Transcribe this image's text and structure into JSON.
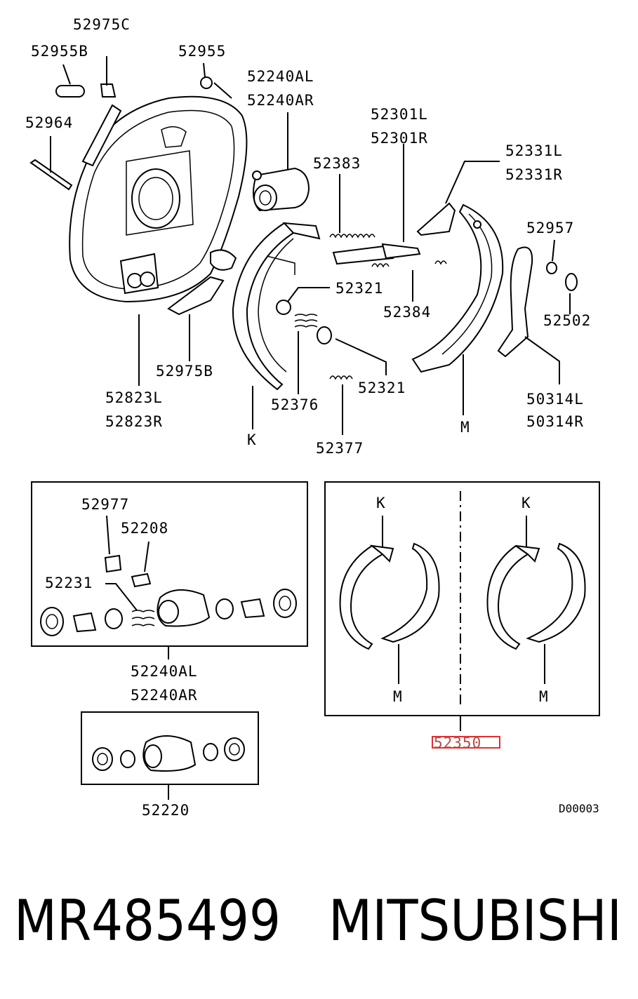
{
  "labels": {
    "l52975c": "52975C",
    "l52955b": "52955B",
    "l52955": "52955",
    "l52240al_top": "52240AL",
    "l52240ar_top": "52240AR",
    "l52964": "52964",
    "l52301l": "52301L",
    "l52301r": "52301R",
    "l52331l": "52331L",
    "l52331r": "52331R",
    "l52383": "52383",
    "l52957": "52957",
    "l52321_a": "52321",
    "l52384": "52384",
    "l52502": "52502",
    "l52975b": "52975B",
    "l52321_b": "52321",
    "l50314l": "50314L",
    "l50314r": "50314R",
    "l52823l": "52823L",
    "l52823r": "52823R",
    "l52376": "52376",
    "k_main": "K",
    "m_main": "M",
    "l52377": "52377",
    "l52977": "52977",
    "l52208": "52208",
    "l52231": "52231",
    "l52240al_box": "52240AL",
    "l52240ar_box": "52240AR",
    "k_left": "K",
    "k_right": "K",
    "m_left": "M",
    "m_right": "M",
    "l52350": "52350",
    "l52220": "52220",
    "diagram_code": "D00003"
  },
  "footer": {
    "part_number": "MR485499",
    "brand": "MITSUBISHI"
  },
  "highlight_color": "#e03030"
}
